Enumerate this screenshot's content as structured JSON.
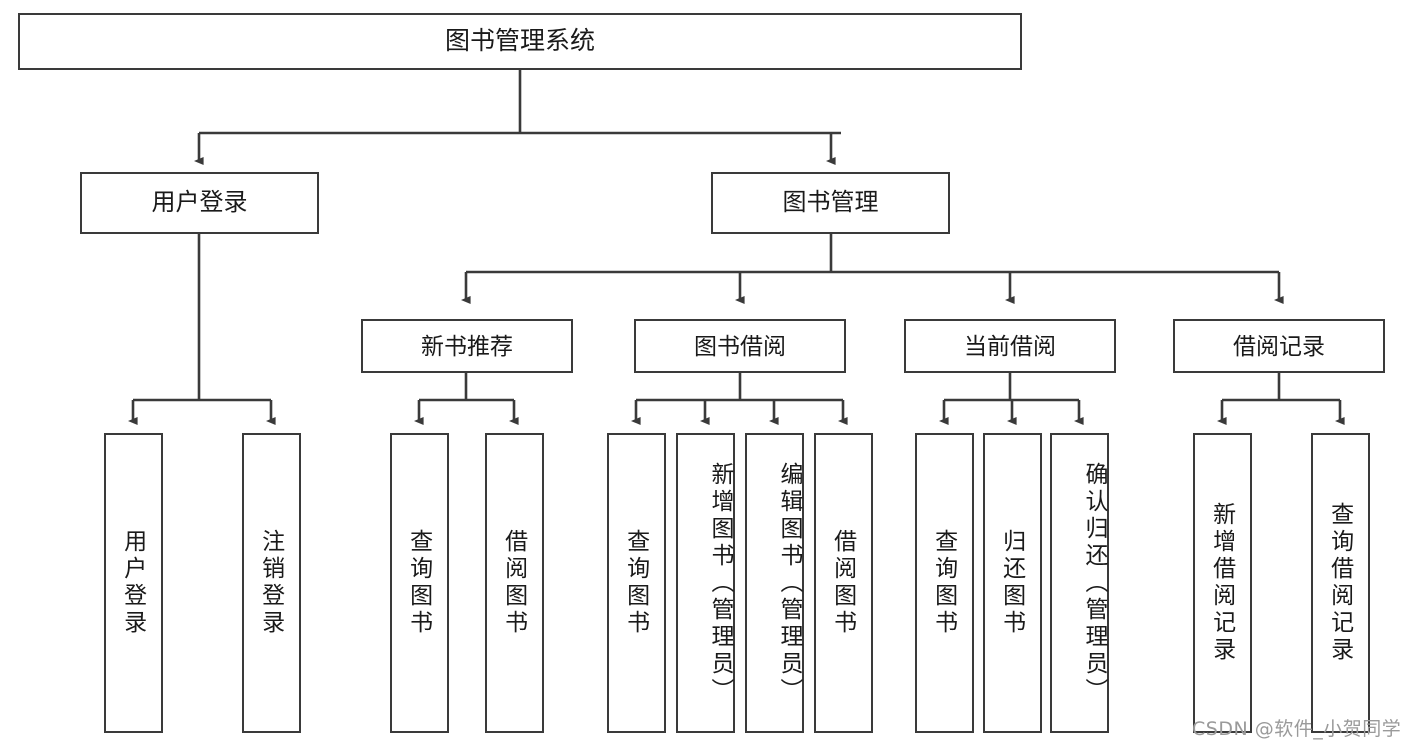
{
  "diagram": {
    "title": "图书管理系统",
    "type": "tree",
    "watermark": "CSDN @软件_小贺同学",
    "colors": {
      "stroke": "#3a3a3a",
      "fill": "#ffffff",
      "text": "#1a1a1a",
      "watermark": "#9a9a9a"
    },
    "nodes": {
      "root": "图书管理系统",
      "user_login": "用户登录",
      "book_manage": "图书管理",
      "new_book_rec": "新书推荐",
      "book_borrow": "图书借阅",
      "current_borrow": "当前借阅",
      "borrow_record": "借阅记录",
      "leaf_user_login": "用户登录",
      "leaf_user_logout": "注销登录",
      "leaf_query_book_1": "查询图书",
      "leaf_borrow_book_1": "借阅图书",
      "leaf_query_book_2": "查询图书",
      "leaf_add_book": "新增图书（管理员）",
      "leaf_edit_book": "编辑图书（管理员）",
      "leaf_borrow_book_2": "借阅图书",
      "leaf_query_book_3": "查询图书",
      "leaf_return_book": "归还图书",
      "leaf_confirm_return": "确认归还（管理员）",
      "leaf_add_record": "新增借阅记录",
      "leaf_query_record": "查询借阅记录"
    },
    "hierarchy": [
      {
        "id": "root",
        "label": "图书管理系统",
        "children": [
          {
            "id": "user_login",
            "label": "用户登录",
            "children": [
              {
                "id": "leaf_user_login",
                "label": "用户登录"
              },
              {
                "id": "leaf_user_logout",
                "label": "注销登录"
              }
            ]
          },
          {
            "id": "book_manage",
            "label": "图书管理",
            "children": [
              {
                "id": "new_book_rec",
                "label": "新书推荐",
                "children": [
                  {
                    "id": "leaf_query_book_1",
                    "label": "查询图书"
                  },
                  {
                    "id": "leaf_borrow_book_1",
                    "label": "借阅图书"
                  }
                ]
              },
              {
                "id": "book_borrow",
                "label": "图书借阅",
                "children": [
                  {
                    "id": "leaf_query_book_2",
                    "label": "查询图书"
                  },
                  {
                    "id": "leaf_add_book",
                    "label": "新增图书（管理员）"
                  },
                  {
                    "id": "leaf_edit_book",
                    "label": "编辑图书（管理员）"
                  },
                  {
                    "id": "leaf_borrow_book_2",
                    "label": "借阅图书"
                  }
                ]
              },
              {
                "id": "current_borrow",
                "label": "当前借阅",
                "children": [
                  {
                    "id": "leaf_query_book_3",
                    "label": "查询图书"
                  },
                  {
                    "id": "leaf_return_book",
                    "label": "归还图书"
                  },
                  {
                    "id": "leaf_confirm_return",
                    "label": "确认归还（管理员）"
                  }
                ]
              },
              {
                "id": "borrow_record",
                "label": "借阅记录",
                "children": [
                  {
                    "id": "leaf_add_record",
                    "label": "新增借阅记录"
                  },
                  {
                    "id": "leaf_query_record",
                    "label": "查询借阅记录"
                  }
                ]
              }
            ]
          }
        ]
      }
    ]
  }
}
